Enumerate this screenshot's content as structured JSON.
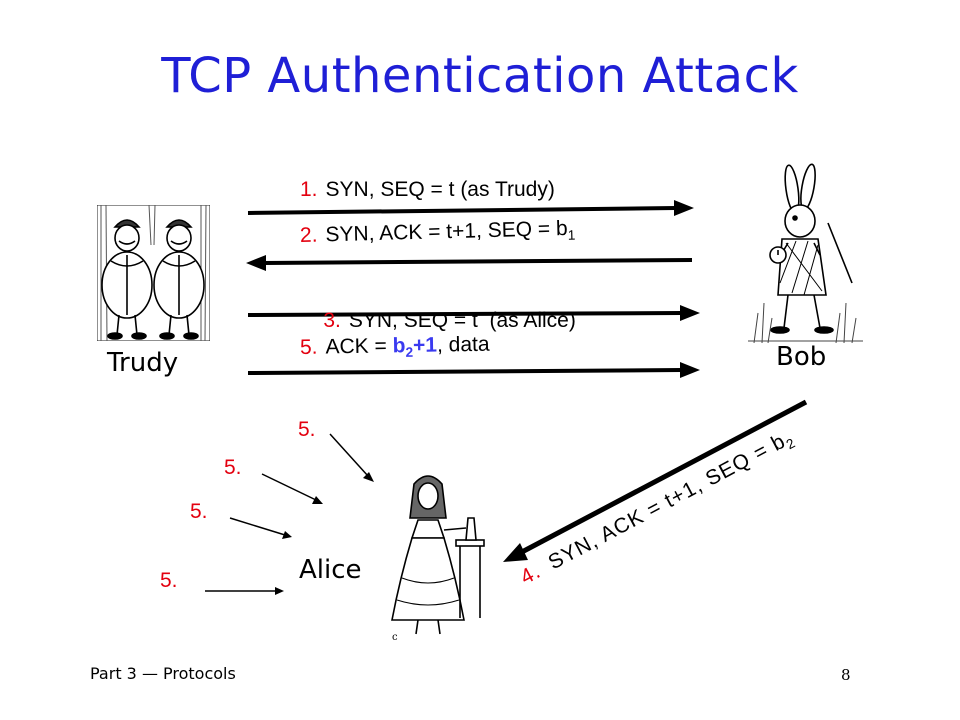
{
  "slide": {
    "title": "TCP Authentication Attack",
    "footer_left": "Part 3 — Protocols",
    "page_number": "8"
  },
  "parties": {
    "trudy": "Trudy",
    "bob": "Bob",
    "alice": "Alice"
  },
  "messages": [
    {
      "num": "1.",
      "text": "SYN, SEQ = t (as Trudy)"
    },
    {
      "num": "2.",
      "text": "SYN, ACK = t+1, SEQ = b",
      "sub": "1"
    },
    {
      "num": "3.",
      "text": "SYN, SEQ = t  (as Alice)"
    },
    {
      "num": "5.",
      "pre": "ACK = ",
      "hl_base": "b",
      "hl_sub": "2",
      "hl_tail": "+1",
      "post": ", data"
    },
    {
      "num": "4.",
      "text": "SYN, ACK = t+1, SEQ = b",
      "sub": "2"
    }
  ],
  "alice_deliveries": [
    "5.",
    "5.",
    "5.",
    "5."
  ],
  "colors": {
    "title": "#1f1fd6",
    "number": "#e3000f",
    "highlight": "#3a3af0",
    "arrow": "#000000"
  },
  "icons": {
    "trudy": "tweedle-twins-illustration",
    "bob": "white-rabbit-illustration",
    "alice": "alice-illustration"
  }
}
